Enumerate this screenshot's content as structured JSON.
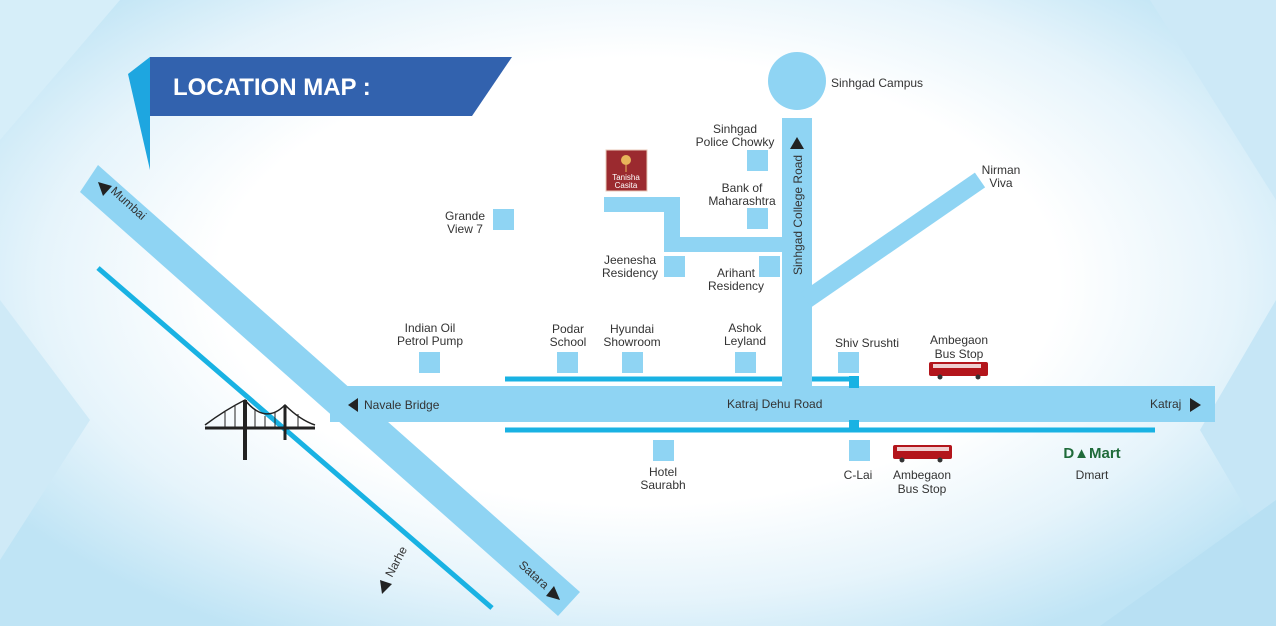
{
  "title": "LOCATION MAP :",
  "colors": {
    "road": "#8fd4f3",
    "service_road": "#19b2e3",
    "banner": "#3262ae",
    "bus": "#b3151b",
    "dmart": "#1f6b3a",
    "logo": "#9b2a2f"
  },
  "logo": {
    "line1": "Tanisha",
    "line2": "Casita"
  },
  "roads": {
    "main": "Katraj Dehu Road",
    "vertical": "Sinhgad College Road",
    "west": "Navale Bridge",
    "east": "Katraj",
    "northwest": "Mumbai",
    "southeast": "Satara",
    "south": "Narhe"
  },
  "landmarks": {
    "campus": "Sinhgad Campus",
    "police_1": "Sinhgad",
    "police_2": "Police Chowky",
    "bank_1": "Bank of",
    "bank_2": "Maharashtra",
    "nirman_1": "Nirman",
    "nirman_2": "Viva",
    "grande_1": "Grande",
    "grande_2": "View 7",
    "jeenesha_1": "Jeenesha",
    "jeenesha_2": "Residency",
    "arihant_1": "Arihant",
    "arihant_2": "Residency",
    "oil_1": "Indian Oil",
    "oil_2": "Petrol Pump",
    "podar_1": "Podar",
    "podar_2": "School",
    "hyundai_1": "Hyundai",
    "hyundai_2": "Showroom",
    "ashok_1": "Ashok",
    "ashok_2": "Leyland",
    "shiv": "Shiv Srushti",
    "bus_top_1": "Ambegaon",
    "bus_top_2": "Bus Stop",
    "hotel_1": "Hotel",
    "hotel_2": "Saurabh",
    "clai": "C-Lai",
    "bus_bot_1": "Ambegaon",
    "bus_bot_2": "Bus Stop",
    "dmart_logo": "D▲Mart",
    "dmart": "Dmart"
  }
}
